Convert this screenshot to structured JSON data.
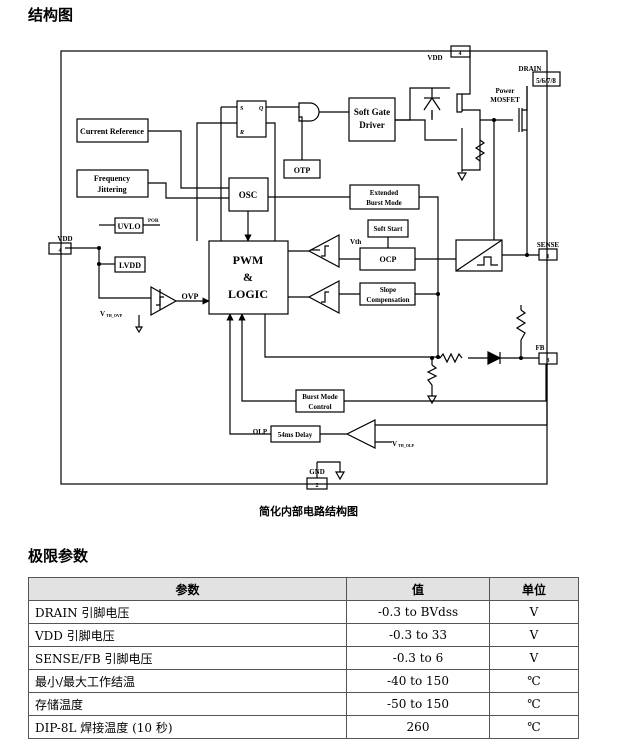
{
  "section_structure": "结构图",
  "section_limits": "极限参数",
  "diagram": {
    "caption": "简化内部电路结构图",
    "pins": {
      "vdd_top_num": "4",
      "vdd_top_label": "VDD",
      "drain_label": "DRAIN",
      "drain_num": "5/6/7/8",
      "vdd_left_label": "VDD",
      "vdd_left_num": "4",
      "sense_label": "SENSE",
      "sense_num": "1",
      "fb_label": "FB",
      "fb_num": "3",
      "gnd_label": "GND",
      "gnd_num": "2"
    },
    "blocks": {
      "current_reference": "Current Reference",
      "frequency_jittering_1": "Frequency",
      "frequency_jittering_2": "Jittering",
      "osc": "OSC",
      "pwm_1": "PWM",
      "pwm_2": "&",
      "pwm_3": "LOGIC",
      "soft_gate_1": "Soft Gate",
      "soft_gate_2": "Driver",
      "otp": "OTP",
      "extended_burst_1": "Extended",
      "extended_burst_2": "Burst Mode",
      "soft_start": "Soft Start",
      "ocp": "OCP",
      "slope_1": "Slope",
      "slope_2": "Compensation",
      "uvlo": "UVLO",
      "por": "POR",
      "lvdd": "LVDD",
      "burst_control_1": "Burst Mode",
      "burst_control_2": "Control",
      "delay_54ms": "54ms Delay",
      "power_mosfet_1": "Power",
      "power_mosfet_2": "MOSFET"
    },
    "labels": {
      "ovp": "OVP",
      "olp": "OLP",
      "vth": "Vth",
      "vth_ovp": "V",
      "vth_ovp_sub": "TH_OVP",
      "vth_olp": "V",
      "vth_olp_sub": "TH_OLP",
      "ff_s": "S",
      "ff_q": "Q",
      "ff_r": "R"
    }
  },
  "limits_table": {
    "headers": [
      "参数",
      "值",
      "单位"
    ],
    "rows": [
      [
        "DRAIN 引脚电压",
        "-0.3 to BVdss",
        "V"
      ],
      [
        "VDD 引脚电压",
        "-0.3 to 33",
        "V"
      ],
      [
        "SENSE/FB 引脚电压",
        "-0.3 to 6",
        "V"
      ],
      [
        "最小/最大工作结温",
        "-40 to 150",
        "℃"
      ],
      [
        "存储温度",
        "-50 to 150",
        "℃"
      ],
      [
        "DIP-8L 焊接温度 (10 秒)",
        "260",
        "℃"
      ]
    ]
  }
}
